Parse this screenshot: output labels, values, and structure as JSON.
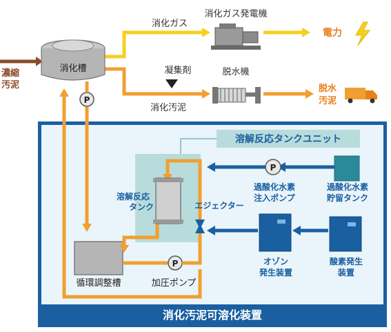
{
  "labels": {
    "concentrated_sludge": [
      "濃縮",
      "汚泥"
    ],
    "digester": "消化槽",
    "digestion_gas": "消化ガス",
    "gas_generator": "消化ガス発電機",
    "electricity": "電力",
    "flocculant": "凝集剤",
    "dewatering_machine": "脱水機",
    "digested_sludge": "消化汚泥",
    "dewatered_sludge": [
      "脱水",
      "汚泥"
    ],
    "pump_letter": "P",
    "unit_title": "溶解反応タンクユニット",
    "reaction_tank": [
      "溶解反応",
      "タンク"
    ],
    "ejector": "エジェクター",
    "h2o2_pump": [
      "過酸化水素",
      "注入ポンプ"
    ],
    "h2o2_tank": [
      "過酸化水素",
      "貯留タンク"
    ],
    "ozone_generator": [
      "オゾン",
      "発生装置"
    ],
    "oxygen_generator": [
      "酸素発生",
      "装置"
    ],
    "circulation_tank": "循環調整槽",
    "pressure_pump": "加圧ポンプ",
    "system_title": "消化汚泥可溶化装置"
  },
  "colors": {
    "orange": "#F0A030",
    "yellow": "#F5D020",
    "blue": "#1A5FA0",
    "teal": "#2A8A9A",
    "light_bg": "#EAF4FB",
    "unit_bg": "#B8DCDC",
    "sludge_brown": "#8B4A2B",
    "gray": "#B5B5B5",
    "dark_blue_text": "#1A5FA0",
    "orange_text": "#E8801A"
  },
  "icons": [
    "lightning-bolt-icon",
    "truck-icon",
    "pump-icon",
    "generator-icon",
    "dewatering-machine-icon",
    "digester-tank-icon",
    "down-arrow-icon"
  ]
}
